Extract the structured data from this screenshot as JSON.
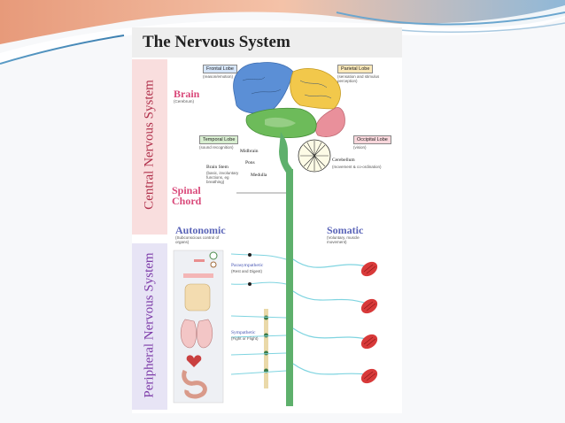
{
  "title": "The Nervous System",
  "cns": {
    "section_label": "Central Nervous System",
    "brain": {
      "label": "Brain",
      "sub": "(Cerebrum)"
    },
    "frontal_lobe": {
      "label": "Frontal Lobe",
      "sub": "(reason/emotion)"
    },
    "parietal_lobe": {
      "label": "Parietal Lobe",
      "sub": "(sensation and stimulus perception)"
    },
    "temporal_lobe": {
      "label": "Temporal Lobe",
      "sub": "(sound recognition)"
    },
    "occipital_lobe": {
      "label": "Occipital Lobe",
      "sub": "(vision)"
    },
    "midbrain": "Midbrain",
    "pons": "Pons",
    "medulla": "Medulla",
    "brain_stem": {
      "label": "Brain Stem",
      "sub": "(basic, involuntary functions, eg breathing)"
    },
    "cerebellum": {
      "label": "Cerebellum",
      "sub": "(movement & co-ordination)"
    },
    "spinal_chord": "Spinal Chord"
  },
  "pns": {
    "section_label": "Peripheral Nervous System",
    "autonomic": {
      "label": "Autonomic",
      "sub": "(Subconscious control of organs)"
    },
    "somatic": {
      "label": "Somatic",
      "sub": "(Voluntary, muscle movement)"
    },
    "parasympathetic": {
      "label": "Parasympathetic",
      "sub": "(Rest and Digest)"
    },
    "sympathetic": {
      "label": "Sympathetic",
      "sub": "(Fight or Flight)"
    }
  },
  "colors": {
    "frontal": "#5b8fd6",
    "parietal": "#f2c84b",
    "temporal": "#6dbb5a",
    "occipital": "#e9909b",
    "cord": "#5eb06c",
    "muscle": "#d83a3a",
    "nerve": "#7fd4e0"
  }
}
